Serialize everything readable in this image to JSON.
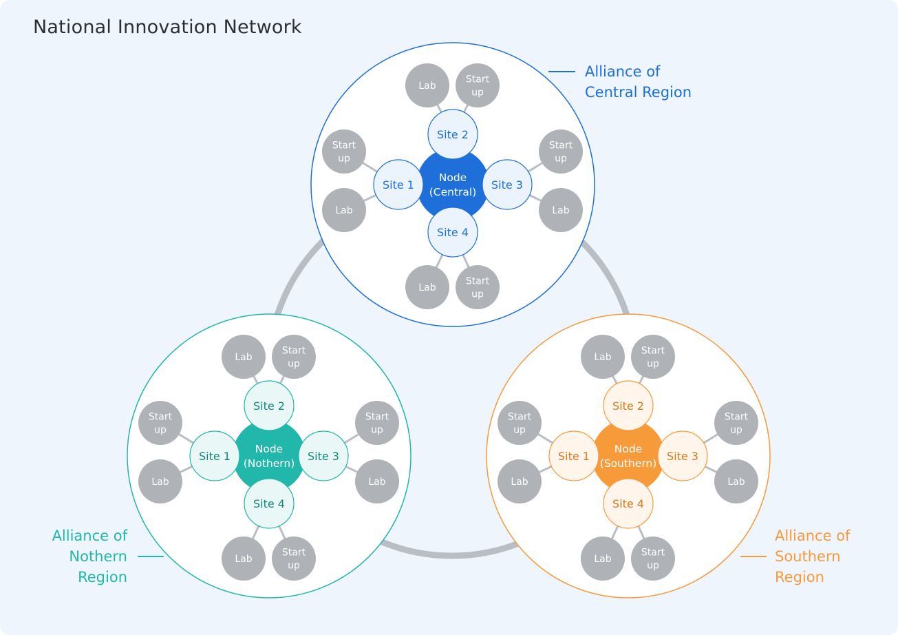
{
  "title": "National Innovation Network",
  "colors": {
    "background": "#eef5fd",
    "ring": "#b9bec5",
    "satellite": "#afb2b6",
    "satellite_link": "#b9bec5"
  },
  "alliances": [
    {
      "id": "central",
      "label_lines": [
        "Alliance of",
        "Central Region"
      ],
      "hub_lines": [
        "Node",
        "(Central)"
      ],
      "accent": "#1e6fd9",
      "site_fill": "#ebf3fd",
      "site_text": "#1e6fd9",
      "sites": [
        {
          "label": "Site 2",
          "satellites": [
            [
              "Lab"
            ],
            [
              "Start",
              "up"
            ]
          ]
        },
        {
          "label": "Site 1",
          "satellites": [
            [
              "Start",
              "up"
            ],
            [
              "Lab"
            ]
          ]
        },
        {
          "label": "Site 3",
          "satellites": [
            [
              "Start",
              "up"
            ],
            [
              "Lab"
            ]
          ]
        },
        {
          "label": "Site 4",
          "satellites": [
            [
              "Lab"
            ],
            [
              "Start",
              "up"
            ]
          ]
        }
      ]
    },
    {
      "id": "northern",
      "label_lines": [
        "Alliance of",
        "Nothern",
        "Region"
      ],
      "hub_lines": [
        "Node",
        "(Nothern)"
      ],
      "accent": "#21b7aa",
      "site_fill": "#e9f8f6",
      "site_text": "#11877c",
      "sites": [
        {
          "label": "Site 2",
          "satellites": [
            [
              "Lab"
            ],
            [
              "Start",
              "up"
            ]
          ]
        },
        {
          "label": "Site 1",
          "satellites": [
            [
              "Start",
              "up"
            ],
            [
              "Lab"
            ]
          ]
        },
        {
          "label": "Site 3",
          "satellites": [
            [
              "Start",
              "up"
            ],
            [
              "Lab"
            ]
          ]
        },
        {
          "label": "Site 4",
          "satellites": [
            [
              "Lab"
            ],
            [
              "Start",
              "up"
            ]
          ]
        }
      ]
    },
    {
      "id": "southern",
      "label_lines": [
        "Alliance of",
        "Southern",
        "Region"
      ],
      "hub_lines": [
        "Node",
        "(Southern)"
      ],
      "accent": "#f79a3a",
      "site_fill": "#fff5ea",
      "site_text": "#d9771c",
      "sites": [
        {
          "label": "Site 2",
          "satellites": [
            [
              "Lab"
            ],
            [
              "Start",
              "up"
            ]
          ]
        },
        {
          "label": "Site 1",
          "satellites": [
            [
              "Start",
              "up"
            ],
            [
              "Lab"
            ]
          ]
        },
        {
          "label": "Site 3",
          "satellites": [
            [
              "Start",
              "up"
            ],
            [
              "Lab"
            ]
          ]
        },
        {
          "label": "Site 4",
          "satellites": [
            [
              "Lab"
            ],
            [
              "Start",
              "up"
            ]
          ]
        }
      ]
    }
  ]
}
